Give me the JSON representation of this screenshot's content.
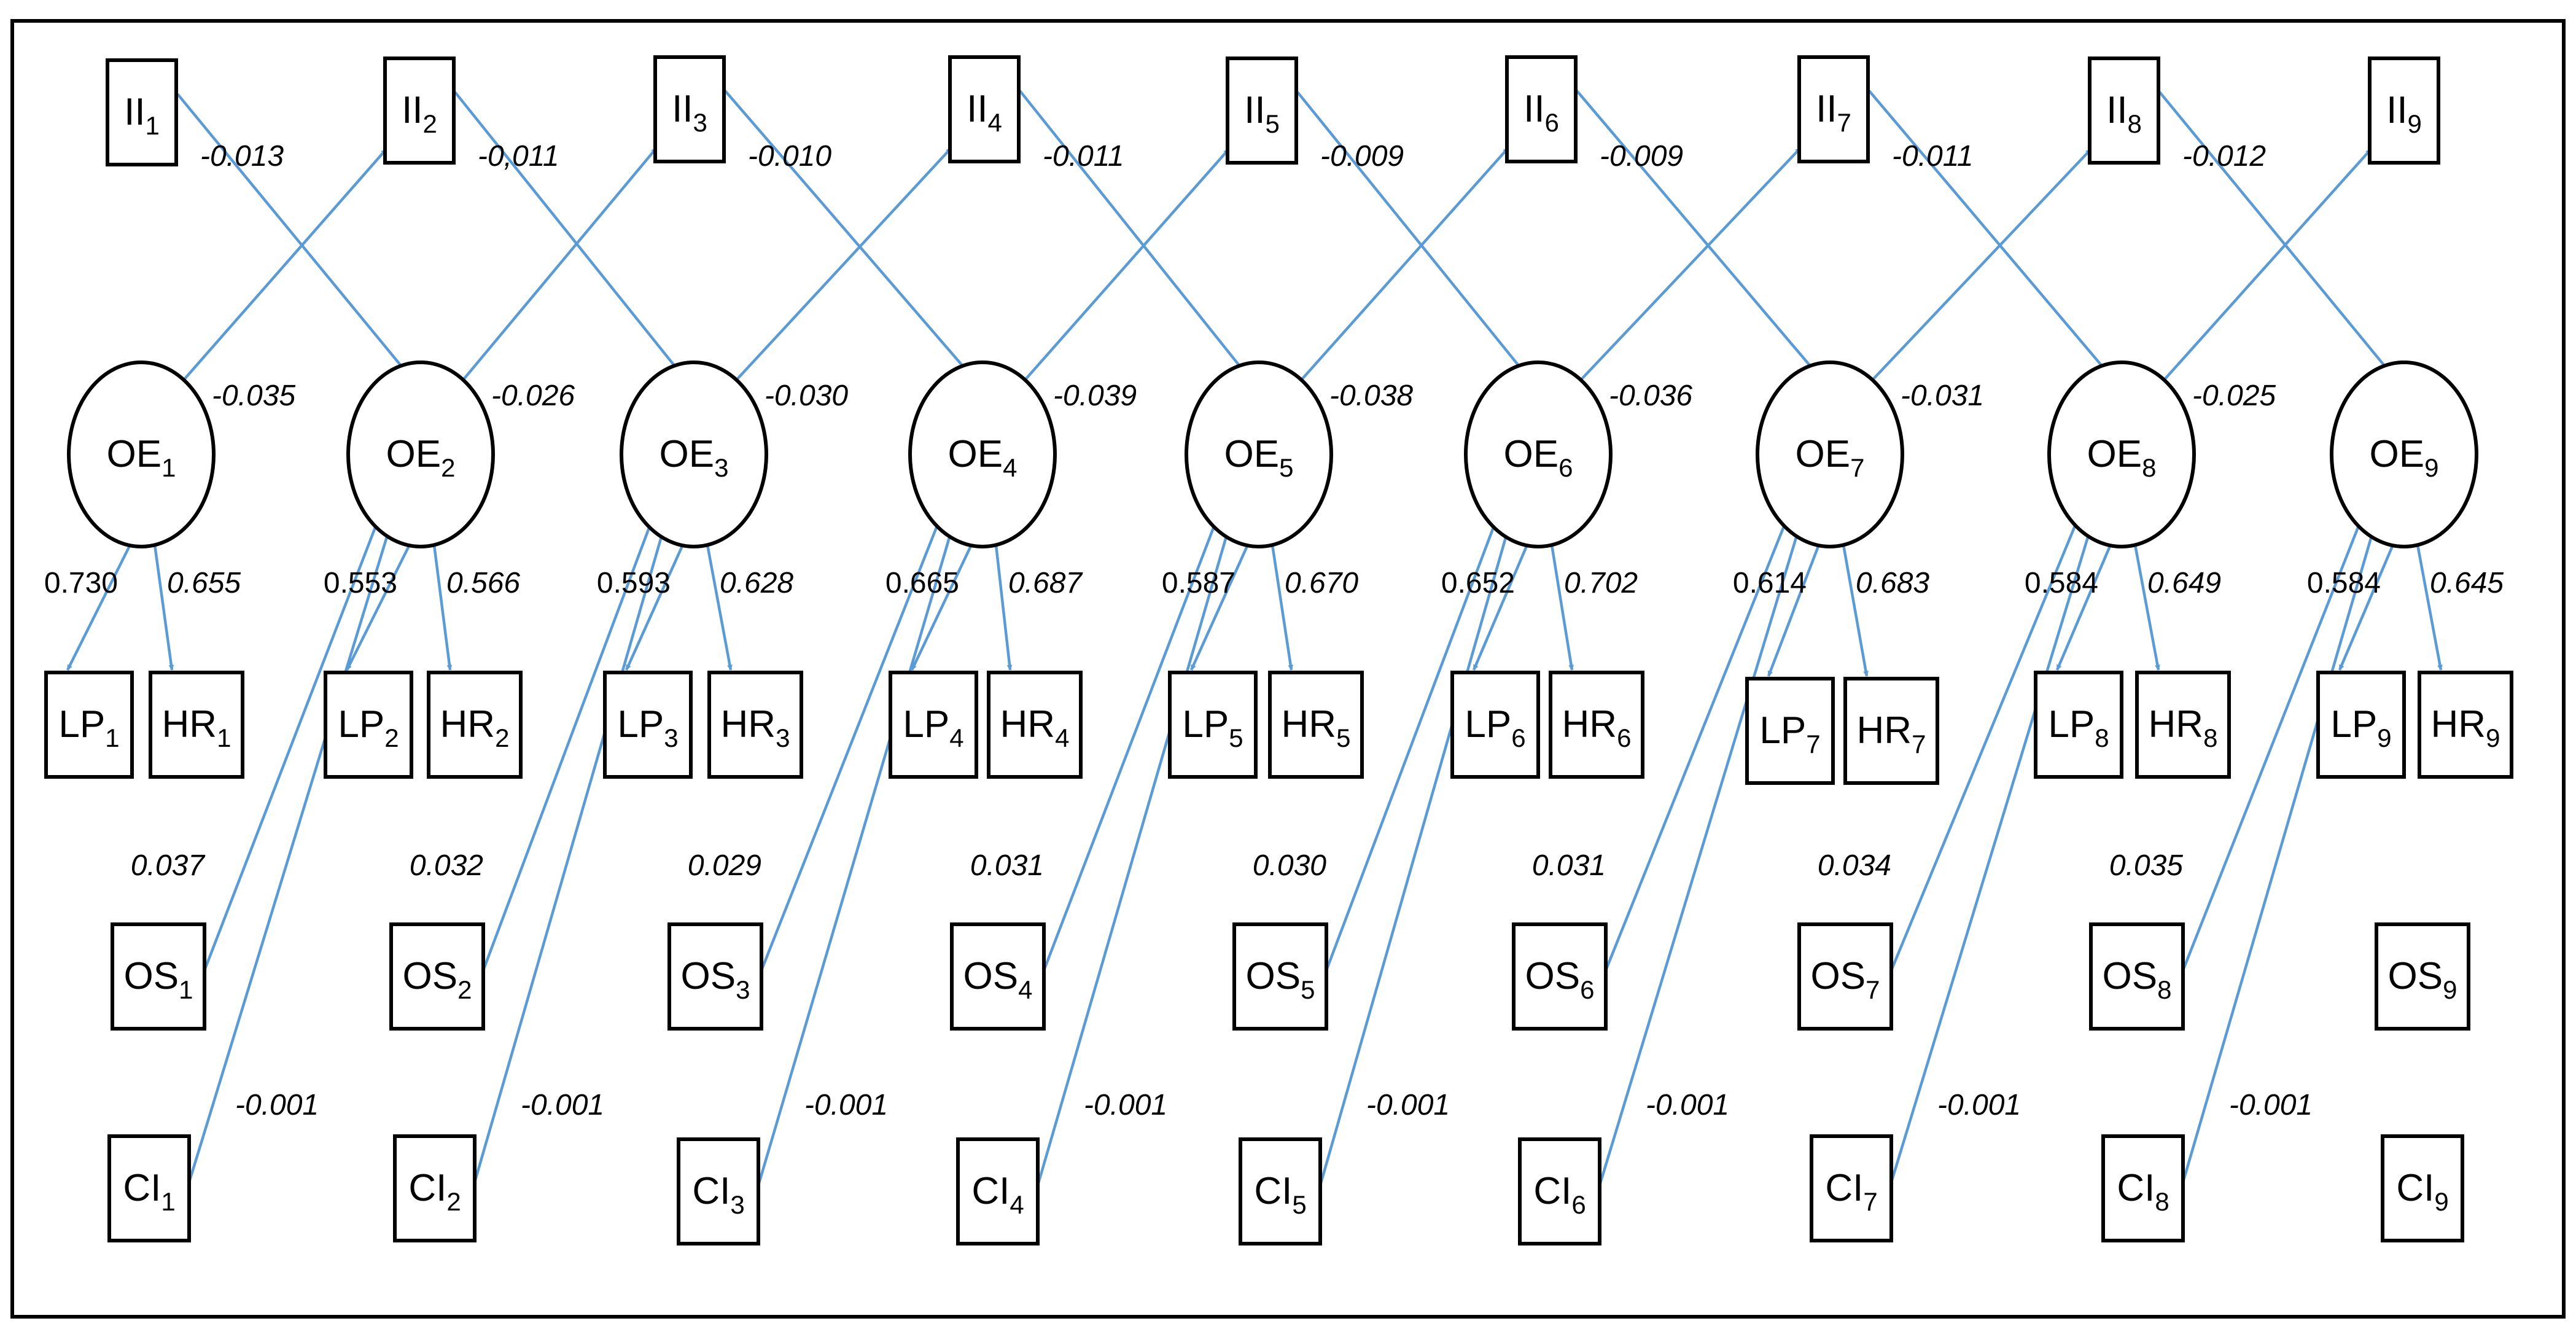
{
  "diagram": {
    "colors": {
      "edge": "#5b9bd5",
      "stroke": "#000000",
      "background": "#ffffff"
    },
    "waves": [
      {
        "II": {
          "base": "II",
          "sub": "1"
        },
        "OE": {
          "base": "OE",
          "sub": "1"
        },
        "LP": {
          "base": "LP",
          "sub": "1"
        },
        "HR": {
          "base": "HR",
          "sub": "1"
        },
        "OS": {
          "base": "OS",
          "sub": "1"
        },
        "CI": {
          "base": "CI",
          "sub": "1"
        }
      },
      {
        "II": {
          "base": "II",
          "sub": "2"
        },
        "OE": {
          "base": "OE",
          "sub": "2"
        },
        "LP": {
          "base": "LP",
          "sub": "2"
        },
        "HR": {
          "base": "HR",
          "sub": "2"
        },
        "OS": {
          "base": "OS",
          "sub": "2"
        },
        "CI": {
          "base": "CI",
          "sub": "2"
        }
      },
      {
        "II": {
          "base": "II",
          "sub": "3"
        },
        "OE": {
          "base": "OE",
          "sub": "3"
        },
        "LP": {
          "base": "LP",
          "sub": "3"
        },
        "HR": {
          "base": "HR",
          "sub": "3"
        },
        "OS": {
          "base": "OS",
          "sub": "3"
        },
        "CI": {
          "base": "CI",
          "sub": "3"
        }
      },
      {
        "II": {
          "base": "II",
          "sub": "4"
        },
        "OE": {
          "base": "OE",
          "sub": "4"
        },
        "LP": {
          "base": "LP",
          "sub": "4"
        },
        "HR": {
          "base": "HR",
          "sub": "4"
        },
        "OS": {
          "base": "OS",
          "sub": "4"
        },
        "CI": {
          "base": "CI",
          "sub": "4"
        }
      },
      {
        "II": {
          "base": "II",
          "sub": "5"
        },
        "OE": {
          "base": "OE",
          "sub": "5"
        },
        "LP": {
          "base": "LP",
          "sub": "5"
        },
        "HR": {
          "base": "HR",
          "sub": "5"
        },
        "OS": {
          "base": "OS",
          "sub": "5"
        },
        "CI": {
          "base": "CI",
          "sub": "5"
        }
      },
      {
        "II": {
          "base": "II",
          "sub": "6"
        },
        "OE": {
          "base": "OE",
          "sub": "6"
        },
        "LP": {
          "base": "LP",
          "sub": "6"
        },
        "HR": {
          "base": "HR",
          "sub": "6"
        },
        "OS": {
          "base": "OS",
          "sub": "6"
        },
        "CI": {
          "base": "CI",
          "sub": "6"
        }
      },
      {
        "II": {
          "base": "II",
          "sub": "7"
        },
        "OE": {
          "base": "OE",
          "sub": "7"
        },
        "LP": {
          "base": "LP",
          "sub": "7"
        },
        "HR": {
          "base": "HR",
          "sub": "7"
        },
        "OS": {
          "base": "OS",
          "sub": "7"
        },
        "CI": {
          "base": "CI",
          "sub": "7"
        }
      },
      {
        "II": {
          "base": "II",
          "sub": "8"
        },
        "OE": {
          "base": "OE",
          "sub": "8"
        },
        "LP": {
          "base": "LP",
          "sub": "8"
        },
        "HR": {
          "base": "HR",
          "sub": "8"
        },
        "OS": {
          "base": "OS",
          "sub": "8"
        },
        "CI": {
          "base": "CI",
          "sub": "8"
        }
      },
      {
        "II": {
          "base": "II",
          "sub": "9"
        },
        "OE": {
          "base": "OE",
          "sub": "9"
        },
        "LP": {
          "base": "LP",
          "sub": "9"
        },
        "HR": {
          "base": "HR",
          "sub": "9"
        },
        "OS": {
          "base": "OS",
          "sub": "9"
        },
        "CI": {
          "base": "CI",
          "sub": "9"
        }
      }
    ],
    "edge_groups": {
      "ii_to_next_oe": [
        "-0.013",
        "-0,011",
        "-0.010",
        "-0.011",
        "-0.009",
        "-0.009",
        "-0.011",
        "-0.012"
      ],
      "oe_to_next_ii": [
        "-0.035",
        "-0.026",
        "-0.030",
        "-0.039",
        "-0.038",
        "-0.036",
        "-0.031",
        "-0.025"
      ],
      "oe_to_lp": [
        "0.730",
        "0.553",
        "0.593",
        "0.665",
        "0.587",
        "0.652",
        "0.614",
        "0.584",
        "0.584"
      ],
      "oe_to_hr": [
        "0.655",
        "0.566",
        "0.628",
        "0.687",
        "0.670",
        "0.702",
        "0.683",
        "0.649",
        "0.645"
      ],
      "os_to_next_oe": [
        "0.037",
        "0.032",
        "0.029",
        "0.031",
        "0.030",
        "0.031",
        "0.034",
        "0.035"
      ],
      "ci_to_next_oe": [
        "-0.001",
        "-0.001",
        "-0.001",
        "-0.001",
        "-0.001",
        "-0.001",
        "-0.001",
        "-0.001"
      ]
    }
  }
}
